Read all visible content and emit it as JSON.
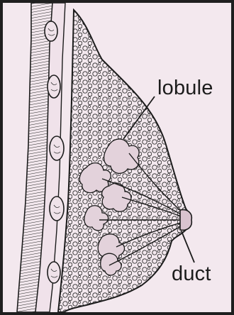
{
  "labels": {
    "lobule": "lobule",
    "duct": "duct"
  },
  "colors": {
    "background": "#f3e8ee",
    "ink": "#1c1c1c",
    "frame": "#1f1f1f"
  },
  "icons": [
    "anatomical-breast-illustration"
  ]
}
